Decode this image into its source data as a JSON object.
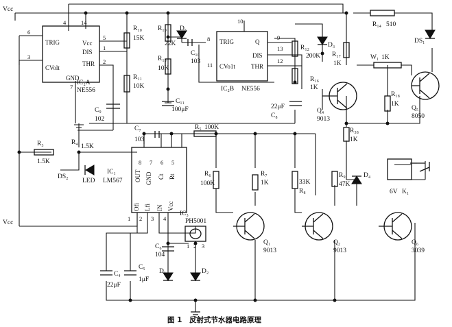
{
  "caption": "图 1　反射式节水器电路原理",
  "vcc": "Vcc",
  "u1": {
    "name": "IC₂A",
    "part": "NE556",
    "trig": "TRIG",
    "cvolt": "CVolt",
    "gnd": "GND",
    "vcc": "Vcc",
    "dis": "DIS",
    "thr": "THR",
    "p4": "4",
    "p14": "14",
    "p6": "6",
    "p3": "3",
    "p7": "7",
    "p5": "5",
    "p1": "1",
    "p2": "2"
  },
  "u2": {
    "name": "IC₂B",
    "part": "NE556",
    "trig": "TRIG",
    "cvolt": "CVo1t",
    "q": "Q",
    "dis": "DIS",
    "thr": "THR",
    "p10": "10",
    "p8": "8",
    "p11": "11",
    "p9": "9",
    "p13": "13",
    "p12": "12"
  },
  "u3": {
    "name": "IC₁",
    "part": "LM567",
    "out": "OUT",
    "gnd": "GND",
    "ct": "Ct",
    "rt": "Rt",
    "ofi": "Ofi",
    "lfi": "Lfi",
    "inp": "IN",
    "vcc": "Vcc",
    "p8": "8",
    "p7": "7",
    "p6": "6",
    "p5": "5",
    "p1": "1",
    "p2": "2",
    "p3": "3",
    "p4": "4"
  },
  "ic3": {
    "name": "IC₃",
    "part": "PH5001",
    "p1": "1",
    "p2": "2",
    "p3": "3"
  },
  "parts": {
    "r10": "R₁₀",
    "r10v": "15K",
    "r11": "R₁₁",
    "r11v": "10K",
    "c9": "C₉",
    "c9v": "102",
    "r4": "R₄",
    "r19": "R₁₉",
    "r19v": "22K",
    "d5": "D₅",
    "r13": "R₁₃",
    "r13v": "10K",
    "c10": "C₁₀",
    "c10v": "103",
    "c11": "C₁₁",
    "c11v": "100μF",
    "r12": "R₁₂",
    "r12v": "200K",
    "d3": "D₃",
    "r16": "R₁₆",
    "r16v": "1K",
    "c8v": "22μF",
    "c8": "C₈",
    "r17": "R₁₇",
    "r17v": "1K",
    "q4": "Q₄",
    "q4v": "9013",
    "r14": "R₁₄",
    "r14v": "510",
    "ds1": "DS₁",
    "w1": "W₁",
    "w1v": "1K",
    "r18": "R₁₈",
    "r18v": "1K",
    "q5": "Q₅",
    "q5v": "8050",
    "c7": "C₇",
    "c7v": "103",
    "r5": "R₅",
    "r5v": "100K",
    "r3": "R₃",
    "r3v": "1.5K",
    "ledv": "1.5K",
    "ds2": "DS₂",
    "led": "LED",
    "r6": "R₆",
    "r6v": "100K",
    "r7": "R₇",
    "r7v": "1K",
    "r8v": "33K",
    "r8": "R₈",
    "r9": "R₉",
    "r9v": "47K",
    "r38": "R₃₈",
    "r38v": "1K",
    "d4": "D₄",
    "k1v": "6V",
    "k1": "K₁",
    "q1": "Q₁",
    "q1v": "9013",
    "q2": "Q₂",
    "q2v": "9013",
    "q6": "Q₆",
    "q6v": "3039",
    "c6": "C₆",
    "c6v": "104",
    "c4": "C₄",
    "c4v": "22μF",
    "c5": "C₅",
    "c5v": "1μF",
    "d1": "D₁",
    "d2": "D₂"
  }
}
